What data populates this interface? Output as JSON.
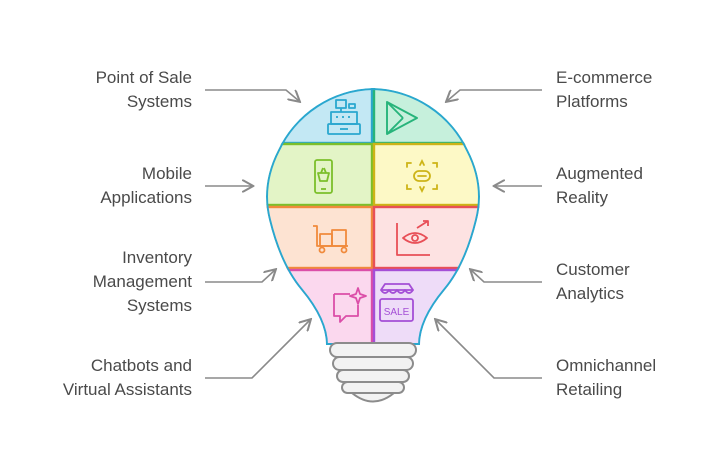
{
  "labels": {
    "point_of_sale": "Point of Sale\nSystems",
    "ecommerce": "E-commerce\nPlatforms",
    "mobile_apps": "Mobile\nApplications",
    "augmented_reality": "Augmented\nReality",
    "inventory": "Inventory\nManagement\nSystems",
    "customer_analytics": "Customer\nAnalytics",
    "chatbots": "Chatbots and\nVirtual Assistants",
    "omnichannel": "Omnichannel\nRetailing"
  },
  "icon_text": {
    "sale_sign": "SALE"
  },
  "colors": {
    "row1_fill": "#c3e8f4",
    "row1_stroke": "#2aa7cf",
    "row1b_fill": "#c6f0dc",
    "row1b_stroke": "#27b47b",
    "row2_fill": "#e3f4c6",
    "row2_stroke": "#7cbf2b",
    "row2b_fill": "#fdf9c6",
    "row2b_stroke": "#cdb417",
    "row3_fill": "#fde3d2",
    "row3_stroke": "#f08a3c",
    "row3b_fill": "#fde2e2",
    "row3b_stroke": "#e84f57",
    "row4_fill": "#fbd8ee",
    "row4_stroke": "#db4ea8",
    "row4b_fill": "#eedcf8",
    "row4b_stroke": "#a44fd6",
    "base_fill": "#f2f2f2",
    "base_stroke": "#8c8c8c",
    "arrow": "#8a8a8a"
  }
}
